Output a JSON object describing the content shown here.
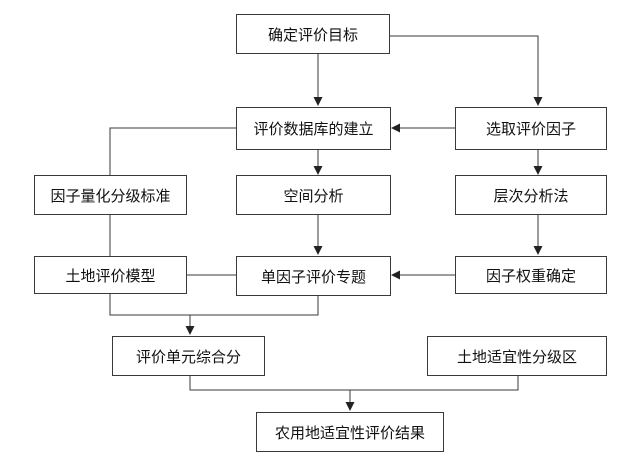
{
  "diagram": {
    "nodes": {
      "determine_goal": "确定评价目标",
      "database": "评价数据库的建立",
      "select_factors": "选取评价因子",
      "quantify_standard": "因子量化分级标准",
      "spatial_analysis": "空间分析",
      "ahp": "层次分析法",
      "land_model": "土地评价模型",
      "single_factor_maps": "单因子评价专题",
      "weight_determination": "因子权重确定",
      "unit_synthesis": "评价单元综合分",
      "suitability_zoning": "土地适宜性分级区",
      "final_result": "农用地适宜性评价结果"
    }
  }
}
